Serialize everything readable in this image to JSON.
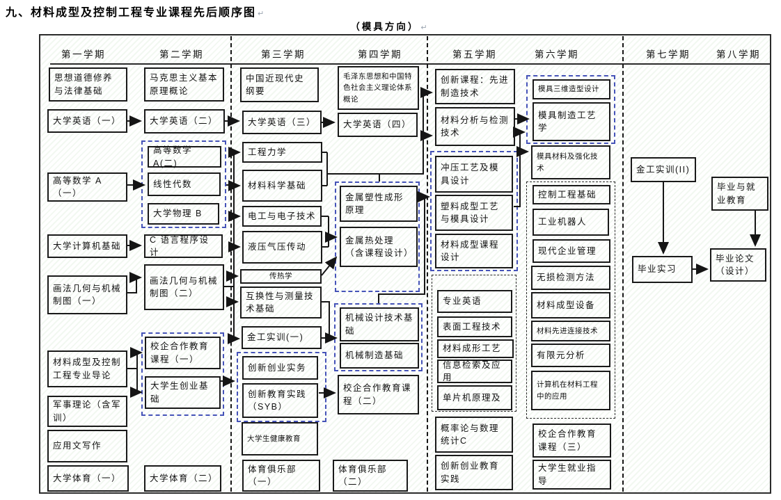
{
  "title": "九、材料成型及控制工程专业课程先后顺序图",
  "subtitle": "（模具方向）",
  "para_mark": "↵",
  "semesters": [
    "第一学期",
    "第二学期",
    "第三学期",
    "第四学期",
    "第五学期",
    "第六学期",
    "第七学期",
    "第八学期"
  ],
  "courses": {
    "c1_moral": "思想道德修养与法律基础",
    "c1_english1": "大学英语（一）",
    "c1_math_a1": "高等数学 A（一）",
    "c1_computer": "大学计算机基础",
    "c1_drawing1": "画法几何与机械制图（一）",
    "c1_intro": "材料成型及控制工程专业导论",
    "c1_military": "军事理论（含军训）",
    "c1_writing": "应用文写作",
    "c1_pe1": "大学体育（一）",
    "c2_marx": "马克思主义基本原理概论",
    "c2_english2": "大学英语（二）",
    "c2_math_a2": "高等数学 A(二)",
    "c2_linear": "线性代数",
    "c2_physics": "大学物理 B",
    "c2_c_lang": "C 语言程序设计",
    "c2_drawing2": "画法几何与机械制图（二）",
    "c2_coop1": "校企合作教育课程（一）",
    "c2_startup": "大学生创业基础",
    "c2_pe2": "大学体育（二）",
    "c3_history": "中国近现代史纲要",
    "c3_english3": "大学英语（三）",
    "c3_mechanics": "工程力学",
    "c3_matsci": "材料科学基础",
    "c3_electric": "电工与电子技术",
    "c3_hydraulic": "液压气压传动",
    "c3_heat": "传热学",
    "c3_interchange": "互换性与测量技术基础",
    "c3_metalwork1": "金工实训(一)",
    "c3_innov_practice": "创新创业实务",
    "c3_innov_edu": "创新教育实践（SYB）",
    "c3_health": "大学生健康教育",
    "c3_sports_club1": "体育俱乐部（一）",
    "c4_mao": "毛泽东思想和中国特色社会主义理论体系概论",
    "c4_english4": "大学英语（四）",
    "c4_plastic_forming": "金属塑性成形原理",
    "c4_heat_treatment": "金属热处理（含课程设计）",
    "c4_mech_design": "机械设计技术基础",
    "c4_mech_manuf": "机械制造基础",
    "c4_coop2": "校企合作教育课程（二）",
    "c4_sports_club2": "体育俱乐部（二）",
    "c5_innovation": "创新课程：先进制造技术",
    "c5_analysis": "材料分析与检测技术",
    "c5_stamping": "冲压工艺及模具设计",
    "c5_plastic_mold": "塑料成型工艺与模具设计",
    "c5_forming_course": "材料成型课程设计",
    "c5_english_prof": "专业英语",
    "c5_surface": "表面工程技术",
    "c5_forming_tech": "材料成形工艺",
    "c5_info": "信息检索及应用",
    "c5_mcu": "单片机原理及",
    "c5_probability": "概率论与数理统计C",
    "c5_innov_edu": "创新创业教育实践",
    "c6_mold_3d": "模具三维造型设计",
    "c6_mold_manuf": "模具制造工艺学",
    "c6_mold_material": "模具材料及强化技术",
    "c6_control": "控制工程基础",
    "c6_robot": "工业机器人",
    "c6_management": "现代企业管理",
    "c6_ndt": "无损检测方法",
    "c6_equipment": "材料成型设备",
    "c6_welding": "材料先进连接技术",
    "c6_fea": "有限元分析",
    "c6_computer_app": "计算机在材料工程中的应用",
    "c6_coop3": "校企合作教育课程（三）",
    "c6_career": "大学生就业指导",
    "c7_metalwork2": "金工实训(II)",
    "c7_internship": "毕业实习",
    "c8_grad_edu": "毕业与就业教育",
    "c8_thesis": "毕业论文（设计）"
  },
  "edges": [
    {
      "from": "c1_english1",
      "to": "c2_english2"
    },
    {
      "from": "c1_math_a1",
      "to": "c2_linear"
    },
    {
      "from": "c1_computer",
      "to": "c2_c_lang"
    },
    {
      "from": "c1_drawing1",
      "to": "c2_drawing2"
    },
    {
      "from": "c1_intro",
      "to": "c2_coop1"
    },
    {
      "from": "c1_intro",
      "to": "c2_startup"
    },
    {
      "from": "c2_english2",
      "to": "c3_english3"
    },
    {
      "from": "math_group",
      "to": "c3_mechanics"
    },
    {
      "from": "math_group",
      "to": "c3_matsci"
    },
    {
      "from": "math_group",
      "to": "c3_electric"
    },
    {
      "from": "math_group",
      "to": "c3_hydraulic"
    },
    {
      "from": "c2_drawing2",
      "to": "c3_heat"
    },
    {
      "from": "c2_drawing2",
      "to": "c3_interchange"
    },
    {
      "from": "c2_drawing2",
      "to": "c3_metalwork1"
    },
    {
      "from": "c2_startup",
      "to": "innov_group"
    },
    {
      "from": "c3_english3",
      "to": "c4_english4"
    },
    {
      "from": "c3_mechanics",
      "to": "c5_innovation"
    },
    {
      "from": "c3_matsci",
      "to": "c5_analysis"
    },
    {
      "from": "metal_group",
      "to": "c5_analysis"
    },
    {
      "from": "c3_electric",
      "to": "c4_heat_treatment"
    },
    {
      "from": "c3_hydraulic",
      "to": "c4_heat_treatment"
    },
    {
      "from": "c3_heat",
      "to": "c4_heat_treatment"
    },
    {
      "from": "c3_interchange",
      "to": "mech_group"
    },
    {
      "from": "c3_metalwork1",
      "to": "mech_group"
    },
    {
      "from": "c3_innov_edu",
      "to": "c4_coop2"
    },
    {
      "from": "metal_group",
      "to": "c5_plastic_mold"
    },
    {
      "from": "mech_group",
      "to": "c5_plastic_mold"
    },
    {
      "from": "c5_analysis",
      "to": "c6_mold_manuf"
    },
    {
      "from": "c5_plastic_mold",
      "to": "c6_mold_manuf"
    },
    {
      "from": "mold_group5",
      "to": "c6_mold_material"
    },
    {
      "from": "c7_metalwork2",
      "to": "c7_internship"
    },
    {
      "from": "c7_internship",
      "to": "c8_thesis"
    },
    {
      "from": "c8_grad_edu",
      "to": "c8_thesis"
    }
  ]
}
